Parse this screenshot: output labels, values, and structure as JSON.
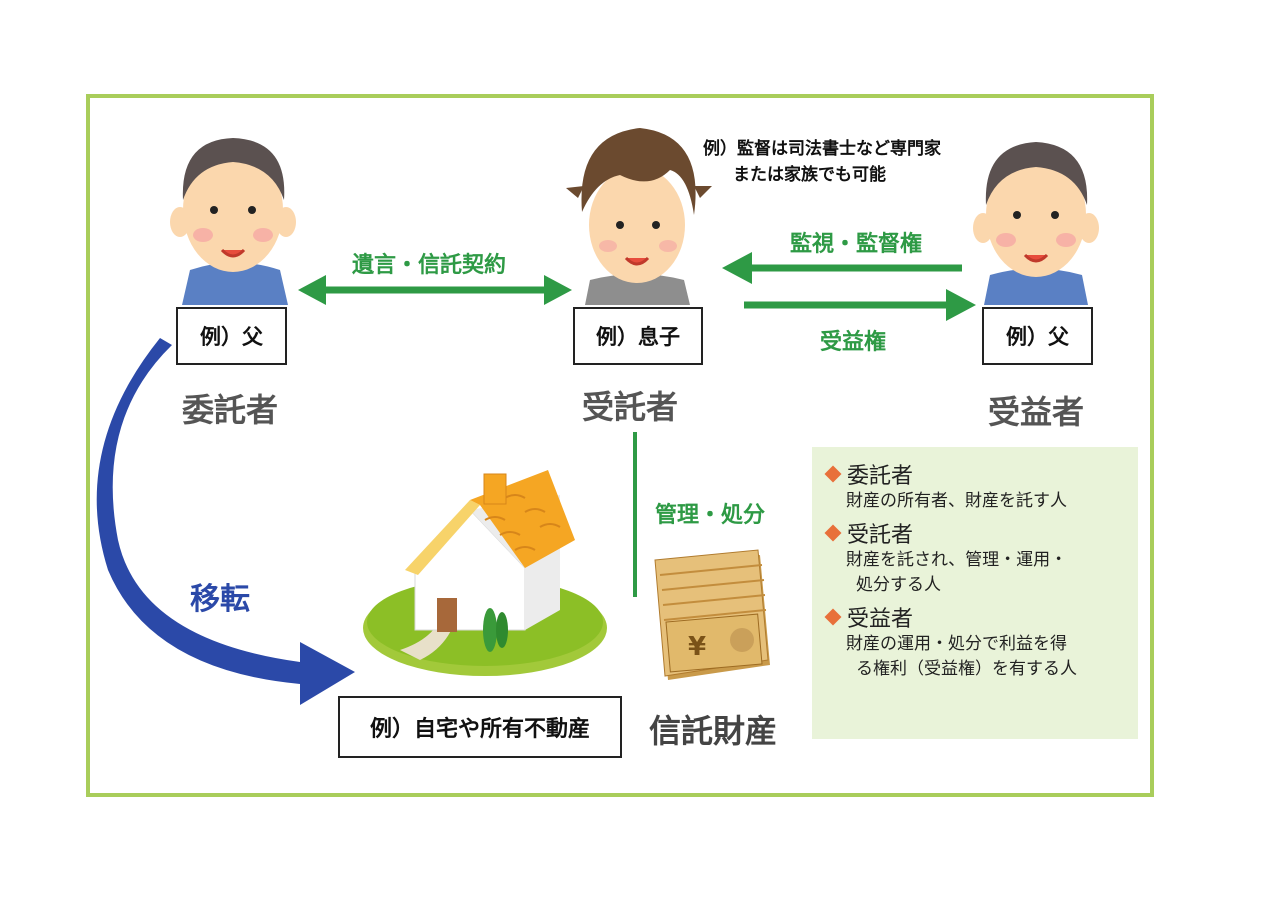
{
  "people": {
    "settlor": {
      "box": "例）父",
      "role": "委託者"
    },
    "trustee": {
      "box": "例）息子",
      "role": "受託者"
    },
    "beneficiary": {
      "box": "例）父",
      "role": "受益者"
    }
  },
  "arrows": {
    "contract": "遺言・信託契約",
    "supervision": "監視・監督権",
    "benefit_right": "受益権",
    "manage": "管理・処分",
    "transfer": "移転"
  },
  "supervisor_note": {
    "line1": "例）監督は司法書士など専門家",
    "line2": "または家族でも可能"
  },
  "property": {
    "house_box": "例）自宅や所有不動産",
    "trust_assets": "信託財産"
  },
  "legend": [
    {
      "title": "委託者",
      "line1": "財産の所有者、財産を託す人",
      "line2": ""
    },
    {
      "title": "受託者",
      "line1": "財産を託され、管理・運用・",
      "line2": "処分する人"
    },
    {
      "title": "受益者",
      "line1": "財産の運用・処分で利益を得",
      "line2": "る権利（受益権）を有する人"
    }
  ],
  "colors": {
    "frame": "#a9cd5b",
    "green_arrow": "#2e9a45",
    "blue_arrow": "#2b49a8",
    "legend_bg": "#e9f3d9",
    "legend_bullet": "#e8703a"
  }
}
